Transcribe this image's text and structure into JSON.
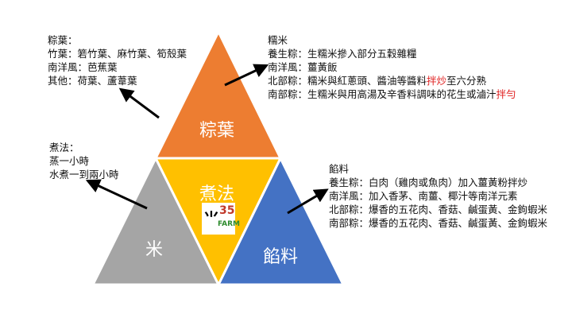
{
  "segments": {
    "top": {
      "label": "粽葉",
      "color": "#ED7D31"
    },
    "left": {
      "label": "米",
      "color": "#A5A5A5"
    },
    "right": {
      "label": "餡料",
      "color": "#4472C4"
    },
    "center": {
      "label": "煮法",
      "color": "#FFC000"
    }
  },
  "logo": {
    "text_num": "35",
    "text_farm": "FARM"
  },
  "notes": {
    "leaves": {
      "title": "粽葉：",
      "lines": [
        "竹葉：箬竹葉、麻竹葉、筍殼葉",
        "南洋風：芭蕉葉",
        "其他：荷葉、蘆葦葉"
      ]
    },
    "rice": {
      "title": "糯米",
      "l1": "養生粽：生糯米摻入部分五穀雜糧",
      "l2": "南洋風：薑黃飯",
      "l3a": "北部粽：糯米與紅蔥頭、醬油等醬料",
      "l3b": "拌炒",
      "l3c": "至六分熟",
      "l4a": "南部粽：生糯米與用高湯及辛香料調味的花生或滷汁",
      "l4b": "拌勻"
    },
    "cooking": {
      "title": "煮法：",
      "lines": [
        "蒸一小時",
        "水煮一到兩小時"
      ]
    },
    "filling": {
      "title": "餡料",
      "lines": [
        "養生粽：白肉（雞肉或魚肉）加入薑黃粉拌炒",
        "南洋風：加入香茅、南薑、椰汁等南洋元素",
        "北部粽：爆香的五花肉、香菇、鹹蛋黃、金鉤蝦米",
        "南部粽：爆香的五花肉、香菇、鹹蛋黃、金鉤蝦米"
      ]
    }
  }
}
